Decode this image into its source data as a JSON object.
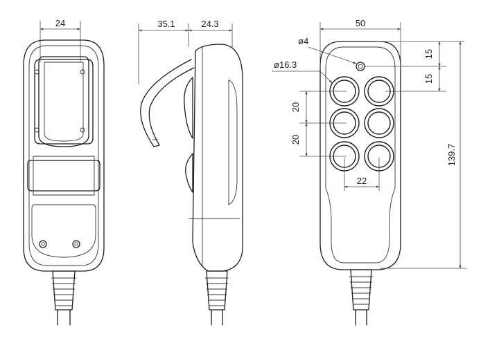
{
  "dimensions": {
    "back_width": "24",
    "side_depth_cable": "35.1",
    "side_depth_body": "24.3",
    "front_width": "50",
    "led_diameter": "ø4",
    "button_diameter": "ø16.3",
    "button_pitch_v1": "20",
    "button_pitch_v2": "20",
    "button_pitch_h": "22",
    "top_to_led": "15",
    "led_to_buttons": "15",
    "overall_length": "139.7"
  },
  "colors": {
    "line": "#1a1a1a",
    "dimension_line": "#4a4a4a",
    "background": "#ffffff"
  }
}
